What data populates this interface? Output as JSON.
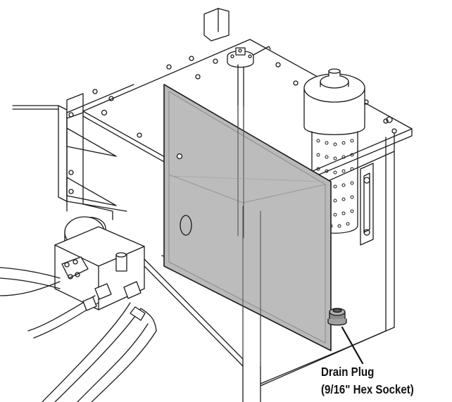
{
  "figure": {
    "subject": "hydraulic reservoir tank with drain plug",
    "colors": {
      "line": "#1a1a1a",
      "panel_fill": "#b9b9b9",
      "panel_edge": "#8a8a8a",
      "background": "#ffffff",
      "plug": "#8c8c8c"
    }
  },
  "callout": {
    "line1": "Drain Plug",
    "line2": "(9/16\" Hex Socket)"
  }
}
